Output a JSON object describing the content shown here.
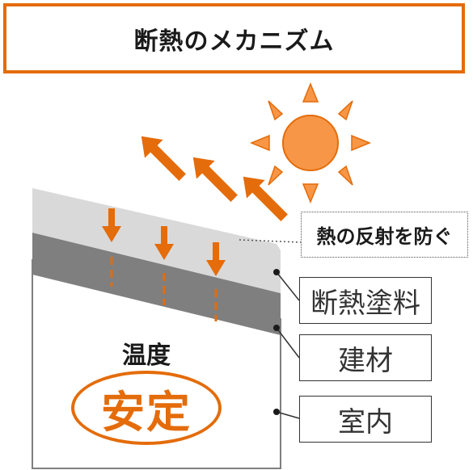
{
  "title": "断熱のメカニズム",
  "labels": {
    "reflect": "熱の反射を防ぐ",
    "coating": "断熱塗料",
    "material": "建材",
    "indoor": "室内"
  },
  "indoor_text": {
    "temperature": "温度",
    "stable": "安定"
  },
  "colors": {
    "accent": "#e46c0a",
    "sun": "#f79646",
    "coating_layer": "#d9d9d9",
    "material_layer": "#7f7f7f"
  },
  "icons": [
    "sun-icon",
    "arrow-icon"
  ]
}
